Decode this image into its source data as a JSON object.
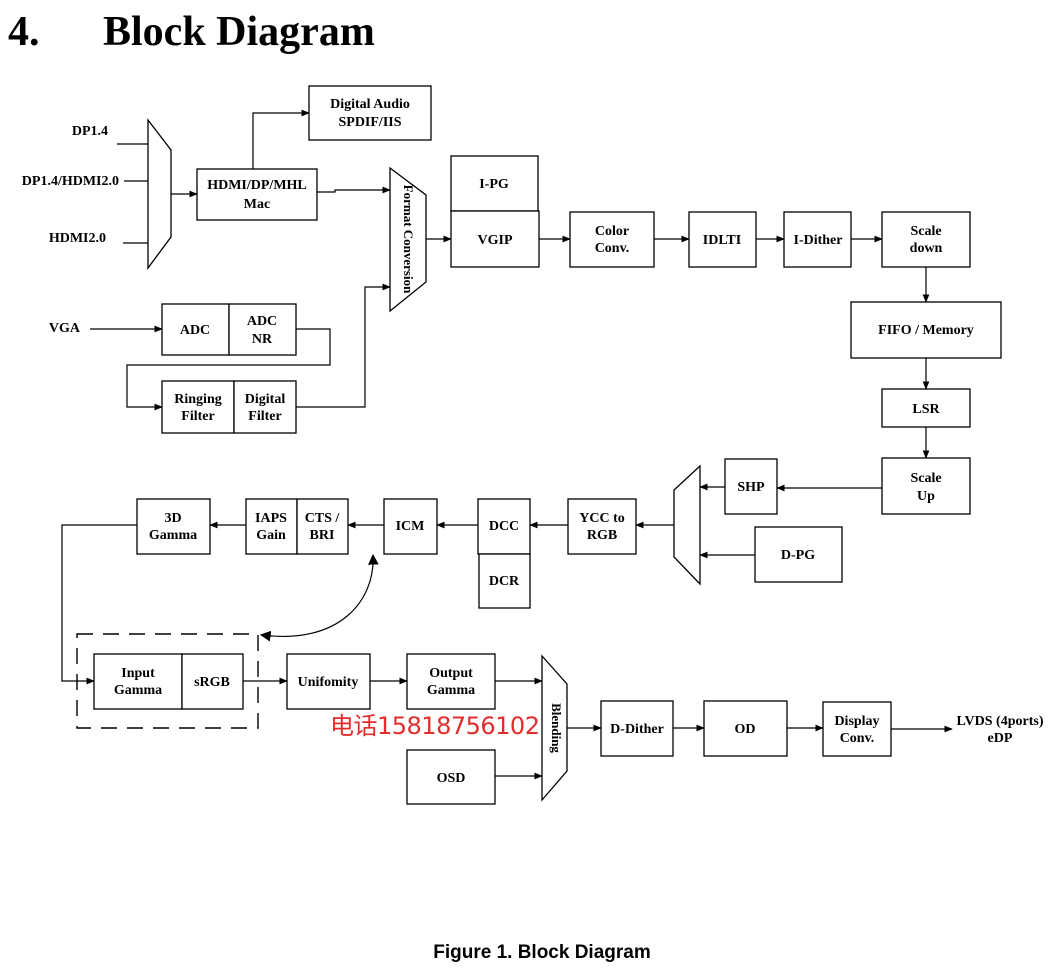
{
  "heading": {
    "number": "4.",
    "title": "Block Diagram"
  },
  "caption": "Figure 1. Block Diagram",
  "watermark": "电话15818756102",
  "colors": {
    "line": "#000000",
    "watermark": "#e32d2d",
    "background": "#ffffff"
  },
  "inputs": {
    "dp14": "DP1.4",
    "dp14_hdmi20": "DP1.4/HDMI2.0",
    "hdmi20": "HDMI2.0",
    "vga": "VGA"
  },
  "blocks": {
    "digital_audio": [
      "Digital Audio",
      "SPDIF/IIS"
    ],
    "mac": [
      "HDMI/DP/MHL",
      "Mac"
    ],
    "format_conversion": "Format Conversion",
    "adc": "ADC",
    "adc_nr": [
      "ADC",
      "NR"
    ],
    "ringing_filter": [
      "Ringing",
      "Filter"
    ],
    "digital_filter": [
      "Digital",
      "Filter"
    ],
    "ipg": "I-PG",
    "vgip": "VGIP",
    "color_conv": [
      "Color",
      "Conv."
    ],
    "idlti": "IDLTI",
    "i_dither": "I-Dither",
    "scale_down": [
      "Scale",
      "down"
    ],
    "fifo_memory": "FIFO / Memory",
    "lsr": "LSR",
    "scale_up": [
      "Scale",
      "Up"
    ],
    "shp": "SHP",
    "dpg": "D-PG",
    "ycc_to_rgb": [
      "YCC to",
      "RGB"
    ],
    "dcc": "DCC",
    "dcr": "DCR",
    "icm": "ICM",
    "cts_bri": [
      "CTS /",
      "BRI"
    ],
    "iaps_gain": [
      "IAPS",
      "Gain"
    ],
    "gamma_3d": [
      "3D",
      "Gamma"
    ],
    "input_gamma": [
      "Input",
      "Gamma"
    ],
    "srgb": "sRGB",
    "uniformity": "Unifomity",
    "output_gamma": [
      "Output",
      "Gamma"
    ],
    "osd": "OSD",
    "blending": "Blending",
    "d_dither": "D-Dither",
    "od": "OD",
    "display_conv": [
      "Display",
      "Conv."
    ]
  },
  "outputs": {
    "line1": "LVDS (4ports)",
    "line2": "eDP"
  }
}
